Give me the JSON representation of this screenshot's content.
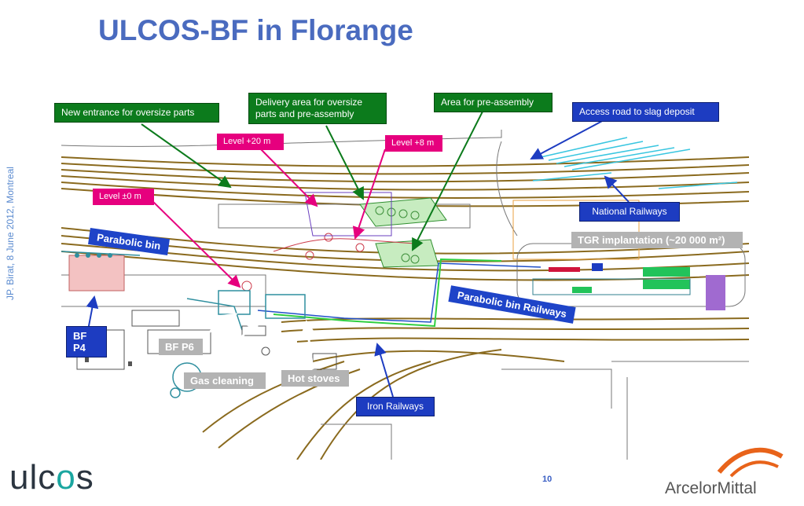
{
  "slide": {
    "title": "ULCOS-BF in Florange",
    "side_text": "JP. Birat, 8 June 2012, Montreal",
    "page_number": "10"
  },
  "callouts": {
    "new_entrance": "New entrance for oversize parts",
    "delivery_area": "Delivery area for oversize parts and pre-assembly",
    "pre_assembly": "Area for pre-assembly",
    "access_road": "Access road to slag deposit",
    "national_railways": "National Railways",
    "tgr_implantation": "TGR implantation (~20 000 m²)",
    "parabolic_bin_railways": "Parabolic bin Railways",
    "iron_railways": "Iron Railways",
    "bf_p4": "BF P4",
    "bf_p6": "BF P6",
    "gas_cleaning": "Gas cleaning",
    "hot_stoves": "Hot stoves",
    "parabolic_bin": "Parabolic bin"
  },
  "levels": {
    "level_20": "Level +20 m",
    "level_8": "Level +8 m",
    "level_0": "Level ±0 m"
  },
  "logos": {
    "ulcos_prefix": "ulc",
    "ulcos_o": "o",
    "ulcos_suffix": "s",
    "arcelormittal": "ArcelorMittal"
  },
  "colors": {
    "title": "#4a6bbf",
    "callout_green": "#0c7b1c",
    "callout_blue": "#1d3cc1",
    "level_pink": "#e6007e",
    "railway_brown": "#8a6a1e",
    "arcelor_orange": "#e8631a"
  }
}
